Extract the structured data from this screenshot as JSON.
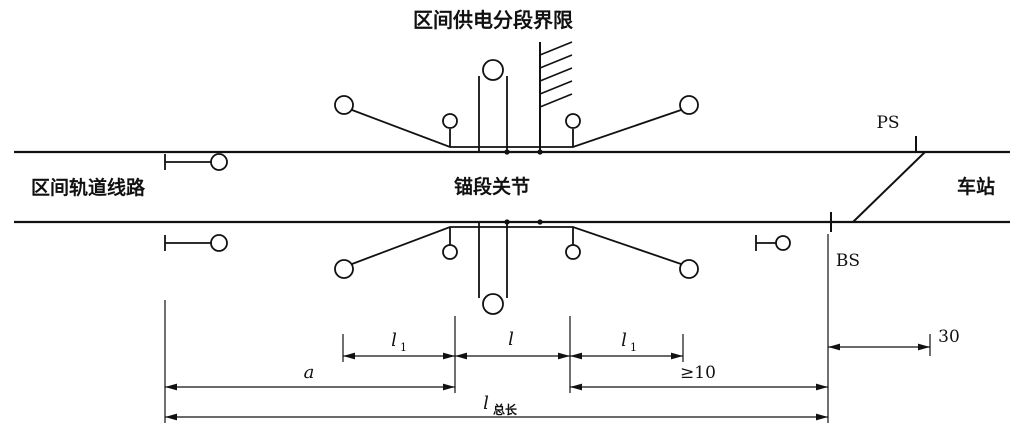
{
  "diagram": {
    "title": "区间供电分段界限",
    "track_left_label": "区间轨道线路",
    "joint_label": "锚段关节",
    "station_label": "车站",
    "ps_label": "PS",
    "bs_label": "BS",
    "dims": {
      "l1_left_main": "l",
      "l1_left_sub": "1",
      "l_mid": "l",
      "l1_right_main": "l",
      "l1_right_sub": "1",
      "ge10": "≥10",
      "d30": "30",
      "a": "a",
      "total_main": "l",
      "total_sub": "总长"
    },
    "colors": {
      "ink": "#111111",
      "paper": "#ffffff"
    }
  }
}
